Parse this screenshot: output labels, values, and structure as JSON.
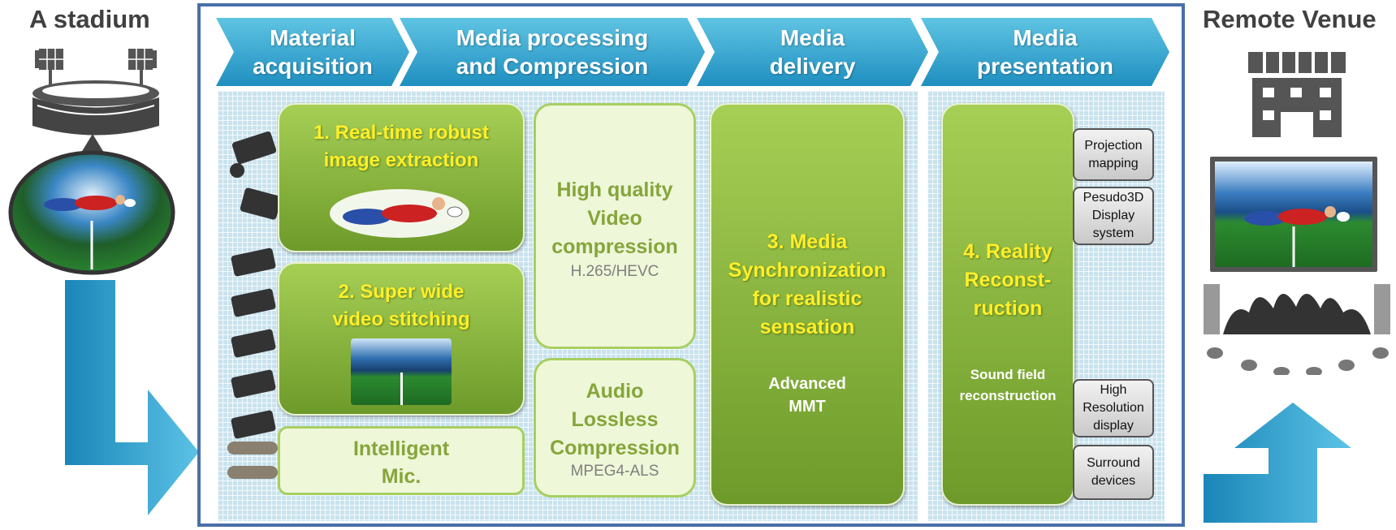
{
  "left_venue": {
    "title": "A stadium"
  },
  "right_venue": {
    "title": "Remote Venue"
  },
  "stages": [
    {
      "label": "Material\nacquisition"
    },
    {
      "label": "Media processing\nand Compression"
    },
    {
      "label": "Media\ndelivery"
    },
    {
      "label": "Media\npresentation"
    }
  ],
  "acquisition": {
    "box1": "1. Real-time robust\nimage extraction",
    "box2": "2. Super wide\nvideo stitching",
    "mic": "Intelligent\nMic."
  },
  "compression": {
    "video_title": "High quality\nVideo\ncompression",
    "video_codec": "H.265/HEVC",
    "audio_title": "Audio\nLossless\nCompression",
    "audio_codec": "MPEG4-ALS"
  },
  "delivery": {
    "title": "3. Media\nSynchronization\nfor realistic\nsensation",
    "sub": "Advanced\nMMT"
  },
  "presentation": {
    "title": "4. Reality\nReconst-\nruction",
    "sub": "Sound field\nreconstruction"
  },
  "devices": [
    {
      "label": "Projection\nmapping"
    },
    {
      "label": "Pesudo3D\nDisplay\nsystem"
    },
    {
      "label": "High\nResolution\ndisplay"
    },
    {
      "label": "Surround\ndevices"
    }
  ],
  "colors": {
    "arrow_blue": "#2a9fd0",
    "box_green": "#8ab940",
    "label_yellow": "#ffef2b",
    "frame_blue": "#4a6fa8"
  }
}
